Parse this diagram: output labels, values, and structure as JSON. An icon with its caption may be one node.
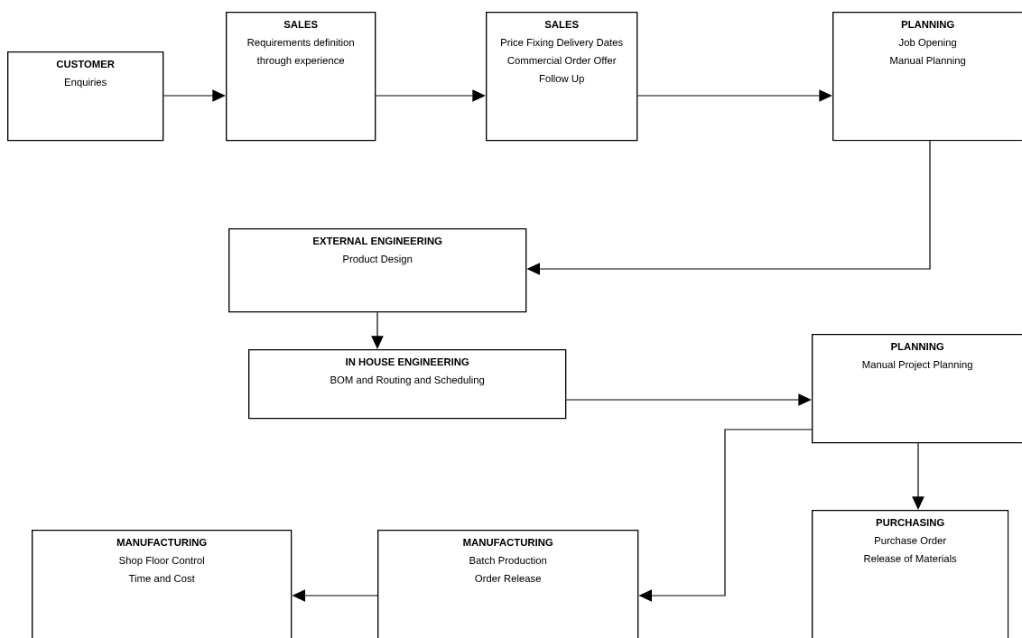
{
  "diagram": {
    "nodes": [
      {
        "text": [
          "CUSTOMER",
          "Enquiries"
        ]
      },
      {
        "text": [
          "SALES",
          "Requirements definition through experience"
        ]
      },
      {
        "text": [
          "SALES",
          "Price Fixing Delivery Dates",
          "Commercial Order Offer",
          "Follow Up"
        ]
      },
      {
        "text": [
          "PLANNING",
          "Job Opening",
          "Manual Planning"
        ]
      },
      {
        "text": [
          "EXTERNAL ENGINEERING",
          "Product Design"
        ]
      },
      {
        "text": [
          "IN HOUSE ENGINEERING",
          "BOM and Routing and Scheduling"
        ]
      },
      {
        "text": [
          "PLANNING",
          "Manual Project Planning"
        ]
      },
      {
        "text": [
          "PURCHASING",
          "Purchase Order",
          "Release of Materials"
        ]
      },
      {
        "text": [
          "MANUFACTURING",
          "Shop Floor Control",
          "Time and Cost"
        ]
      },
      {
        "text": [
          "MANUFACTURING",
          "Batch Production",
          "Order Release"
        ]
      }
    ],
    "edges": [
      {
        "from": 0,
        "to": 1,
        "arrow": "to"
      },
      {
        "from": 1,
        "to": 2,
        "arrow": "to"
      },
      {
        "from": 2,
        "to": 3,
        "arrow": "to"
      },
      {
        "from": 3,
        "to": 4,
        "arrow": "to"
      },
      {
        "from": 4,
        "to": 5,
        "arrow": "to"
      },
      {
        "from": 5,
        "to": 6,
        "arrow": "to"
      },
      {
        "from": 6,
        "to": 9,
        "arrow": "to"
      },
      {
        "from": 6,
        "to": 7,
        "arrow": "to"
      },
      {
        "from": 9,
        "to": 8,
        "arrow": "to"
      }
    ]
  }
}
